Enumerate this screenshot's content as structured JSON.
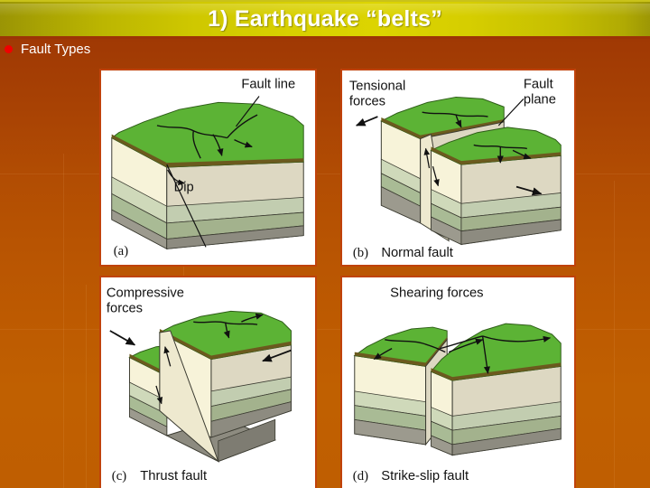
{
  "slide": {
    "title": "1) Earthquake “belts”",
    "bullet": {
      "marker": "bullet-dot",
      "label": "Fault Types"
    },
    "colors": {
      "title_bar_yellow": "#d8d000",
      "title_bar_edge": "#9a9405",
      "background_top": "#9e3505",
      "background_bottom": "#c06001",
      "panel_border": "#c0420b",
      "bullet_red": "#f00000",
      "text_white": "#ffffff"
    }
  },
  "figure": {
    "caption_style": "lettered",
    "panels": [
      {
        "id": "a",
        "letter": "(a)",
        "caption": "",
        "annotations": [
          {
            "name": "fault-line-label",
            "text": "Fault line"
          },
          {
            "name": "dip-label",
            "text": "Dip"
          }
        ]
      },
      {
        "id": "b",
        "letter": "(b)",
        "caption": "Normal fault",
        "annotations": [
          {
            "name": "tensional-forces-label",
            "text_line1": "Tensional",
            "text_line2": "forces"
          },
          {
            "name": "fault-plane-label",
            "text_line1": "Fault",
            "text_line2": "plane"
          }
        ]
      },
      {
        "id": "c",
        "letter": "(c)",
        "caption": "Thrust fault",
        "annotations": [
          {
            "name": "compressive-forces-label",
            "text_line1": "Compressive",
            "text_line2": "forces"
          }
        ]
      },
      {
        "id": "d",
        "letter": "(d)",
        "caption": "Strike-slip fault",
        "annotations": [
          {
            "name": "shearing-forces-label",
            "text": "Shearing forces"
          }
        ]
      }
    ],
    "block_layers": {
      "grass_top": "#5cb335",
      "grass_top_shade": "#49962a",
      "soil_rim": "#6b5a1e",
      "layer1_cream": "#f7f3d9",
      "layer2_sage": "#cfd9ba",
      "layer3_green": "#a9bb95",
      "layer4_gray": "#9c9a8e",
      "side_cream": "#ddd8c2",
      "side_sage": "#c2cdb0",
      "side_green": "#a3b28d",
      "side_gray": "#8d8b80"
    }
  }
}
